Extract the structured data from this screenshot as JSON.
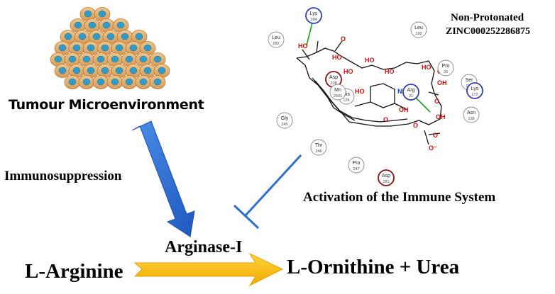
{
  "tumour_label": "Tumour Microenvironment",
  "immunosuppression_label": "Immunosuppression",
  "activation_label": "Activation of the Immune System",
  "enzyme_label": "Arginase-I",
  "substrate_label": "L-Arginine",
  "products_label": "L-Ornithine + Urea",
  "ligand_state": "Non-Protonated",
  "ligand_id": "ZINC000252286875",
  "residues": [
    {
      "name": "Lys",
      "num": "284"
    },
    {
      "name": "Leu",
      "num": "282"
    },
    {
      "name": "Leu",
      "num": "192"
    },
    {
      "name": "Pro",
      "num": "20"
    },
    {
      "name": "Ser",
      "num": "137"
    },
    {
      "name": "Lys",
      "num": "172"
    },
    {
      "name": "Asn",
      "num": "139"
    },
    {
      "name": "Asp",
      "num": "228"
    },
    {
      "name": "Arg",
      "num": "21"
    },
    {
      "name": "Gly",
      "num": "245"
    },
    {
      "name": "Thr",
      "num": "246"
    },
    {
      "name": "Pro",
      "num": "247"
    },
    {
      "name": "Asp",
      "num": "181"
    },
    {
      "name": "His",
      "num": "126"
    },
    {
      "name": "Mn",
      "num": "2501"
    }
  ],
  "atoms": {
    "oh": "OH",
    "ho": "HO",
    "o": "O",
    "nh2": "NH2",
    "o_minus": "O⁻"
  },
  "colors": {
    "cell_body": "#e3ad6a",
    "cell_edge": "#b7773a",
    "nucleus": "#2f9dcc",
    "inhibition_arrow": "#2d6fd3",
    "reaction_arrow": "#f5b800",
    "immuno_arrow": "#2e6fd6",
    "heteroatom": "#d20a0a",
    "nitrogen": "#1a3fc9",
    "hbond": "#19a319"
  }
}
